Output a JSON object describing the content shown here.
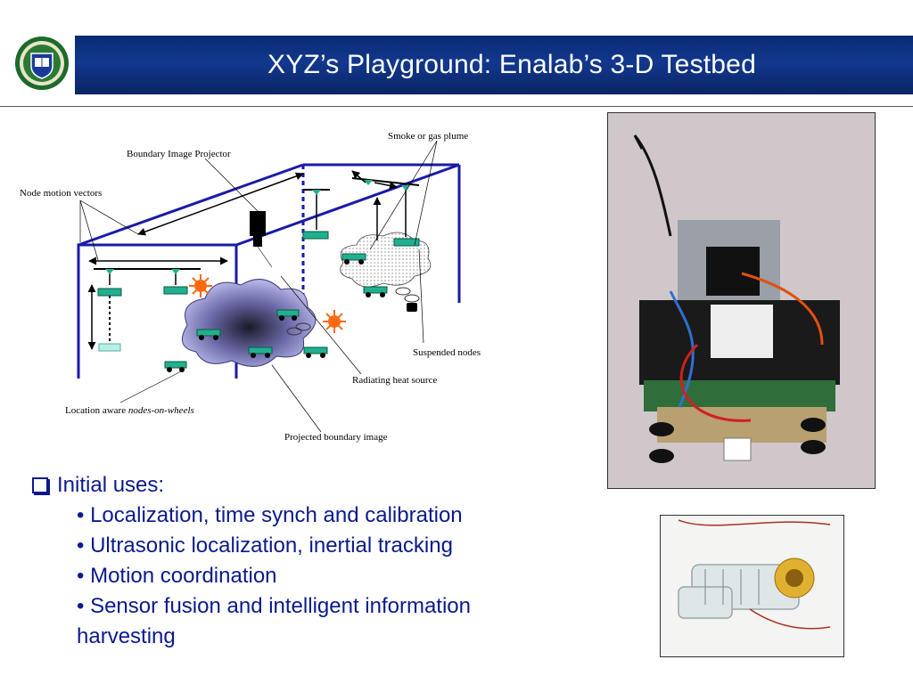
{
  "title": "XYZ’s Playground: Enalab’s  3-D Testbed",
  "diagram": {
    "labels": {
      "smoke": "Smoke or gas plume",
      "projector": "Boundary Image Projector",
      "motion": "Node motion vectors",
      "suspended": "Suspended nodes",
      "heat": "Radiating heat source",
      "location_prefix": "Location aware ",
      "location_italic": "nodes-on-wheels",
      "projected": "Projected boundary image"
    }
  },
  "bullets": {
    "heading": "Initial uses:",
    "items": [
      "• Localization, time synch and calibration",
      "• Ultrasonic localization, inertial tracking",
      "• Motion coordination",
      "• Sensor fusion and intelligent information"
    ],
    "continuation": "harvesting"
  },
  "colors": {
    "title_bar": "#0a2a72",
    "bullet_text": "#0a1a8c",
    "frame": "#1a1aa8",
    "node": "#20b090"
  }
}
